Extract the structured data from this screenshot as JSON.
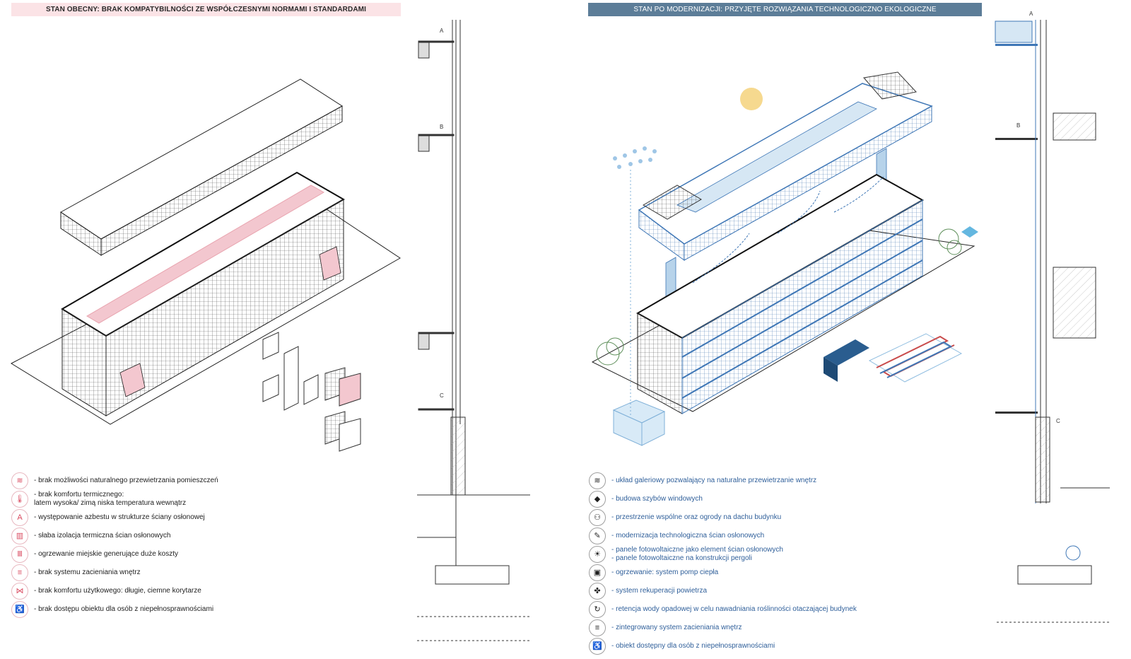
{
  "banners": {
    "left": "STAN OBECNY: BRAK KOMPATYBILNOŚCI ZE WSPÓŁCZESNYMI NORMAMI I STANDARDAMI",
    "right": "STAN PO MODERNIZACJI: PRZYJĘTE ROZWIĄZANIA TECHNOLOGICZNO EKOLOGICZNE"
  },
  "colors": {
    "pink": "#e8a3ae",
    "pink_fill": "#f3c7cf",
    "blue": "#3f77b6",
    "blue_fill": "#9fc6e6",
    "sun": "#f6d98f",
    "green": "#7fae7a",
    "right_text": "#2f5f9a"
  },
  "legend_left": [
    {
      "icon": "wind-icon",
      "glyph": "≋",
      "lines": [
        "- brak możliwości naturalnego przewietrzania pomieszczeń"
      ]
    },
    {
      "icon": "thermometer-icon",
      "glyph": "🌡",
      "lines": [
        "- brak komfortu termicznego:",
        "latem wysoka/ zimą niska temperatura wewnątrz"
      ]
    },
    {
      "icon": "asbestos-icon",
      "glyph": "A",
      "lines": [
        "- występowanie azbestu w strukturze ściany osłonowej"
      ]
    },
    {
      "icon": "insulation-icon",
      "glyph": "▥",
      "lines": [
        "- słaba izolacja termiczna ścian osłonowych"
      ]
    },
    {
      "icon": "radiator-icon",
      "glyph": "Ⅲ",
      "lines": [
        "- ogrzewanie miejskie generujące duże koszty"
      ]
    },
    {
      "icon": "blinds-icon",
      "glyph": "≡",
      "lines": [
        "- brak systemu zacieniania wnętrz"
      ]
    },
    {
      "icon": "corridor-icon",
      "glyph": "⋈",
      "lines": [
        "- brak komfortu użytkowego: długie, ciemne korytarze"
      ]
    },
    {
      "icon": "wheelchair-icon",
      "glyph": "♿",
      "lines": [
        "- brak dostępu obiektu dla osób z niepełnosprawnościami"
      ]
    }
  ],
  "legend_right": [
    {
      "icon": "wind-icon",
      "glyph": "≋",
      "lines": [
        "- układ galeriowy pozwalający na naturalne przewietrzanie wnętrz"
      ]
    },
    {
      "icon": "wind-shaft-icon",
      "glyph": "◆",
      "lines": [
        "- budowa szybów windowych"
      ]
    },
    {
      "icon": "people-icon",
      "glyph": "⚇",
      "lines": [
        "- przestrzenie wspólne oraz ogrody na dachu budynku"
      ]
    },
    {
      "icon": "wrench-icon",
      "glyph": "✎",
      "lines": [
        "- modernizacja technologiczna ścian osłonowych"
      ]
    },
    {
      "icon": "solar-panel-icon",
      "glyph": "☀",
      "lines": [
        "- panele fotowoltaiczne jako element ścian osłonowych",
        "- panele fotowoltaiczne na konstrukcji pergoli"
      ]
    },
    {
      "icon": "heat-pump-icon",
      "glyph": "▣",
      "lines": [
        "- ogrzewanie: system pomp ciepła"
      ]
    },
    {
      "icon": "recuperation-icon",
      "glyph": "✤",
      "lines": [
        "- system rekuperacji powietrza"
      ]
    },
    {
      "icon": "water-retention-icon",
      "glyph": "↻",
      "lines": [
        "- retencja wody opadowej w celu nawadniania roślinności otaczającej budynek"
      ]
    },
    {
      "icon": "shading-icon",
      "glyph": "≡",
      "lines": [
        "- zintegrowany system zacieniania wnętrz"
      ]
    },
    {
      "icon": "wheelchair-icon",
      "glyph": "♿",
      "lines": [
        "- obiekt dostępny dla osób z niepełnosprawnościami"
      ]
    }
  ],
  "section_markers": [
    "A",
    "B",
    "C"
  ]
}
